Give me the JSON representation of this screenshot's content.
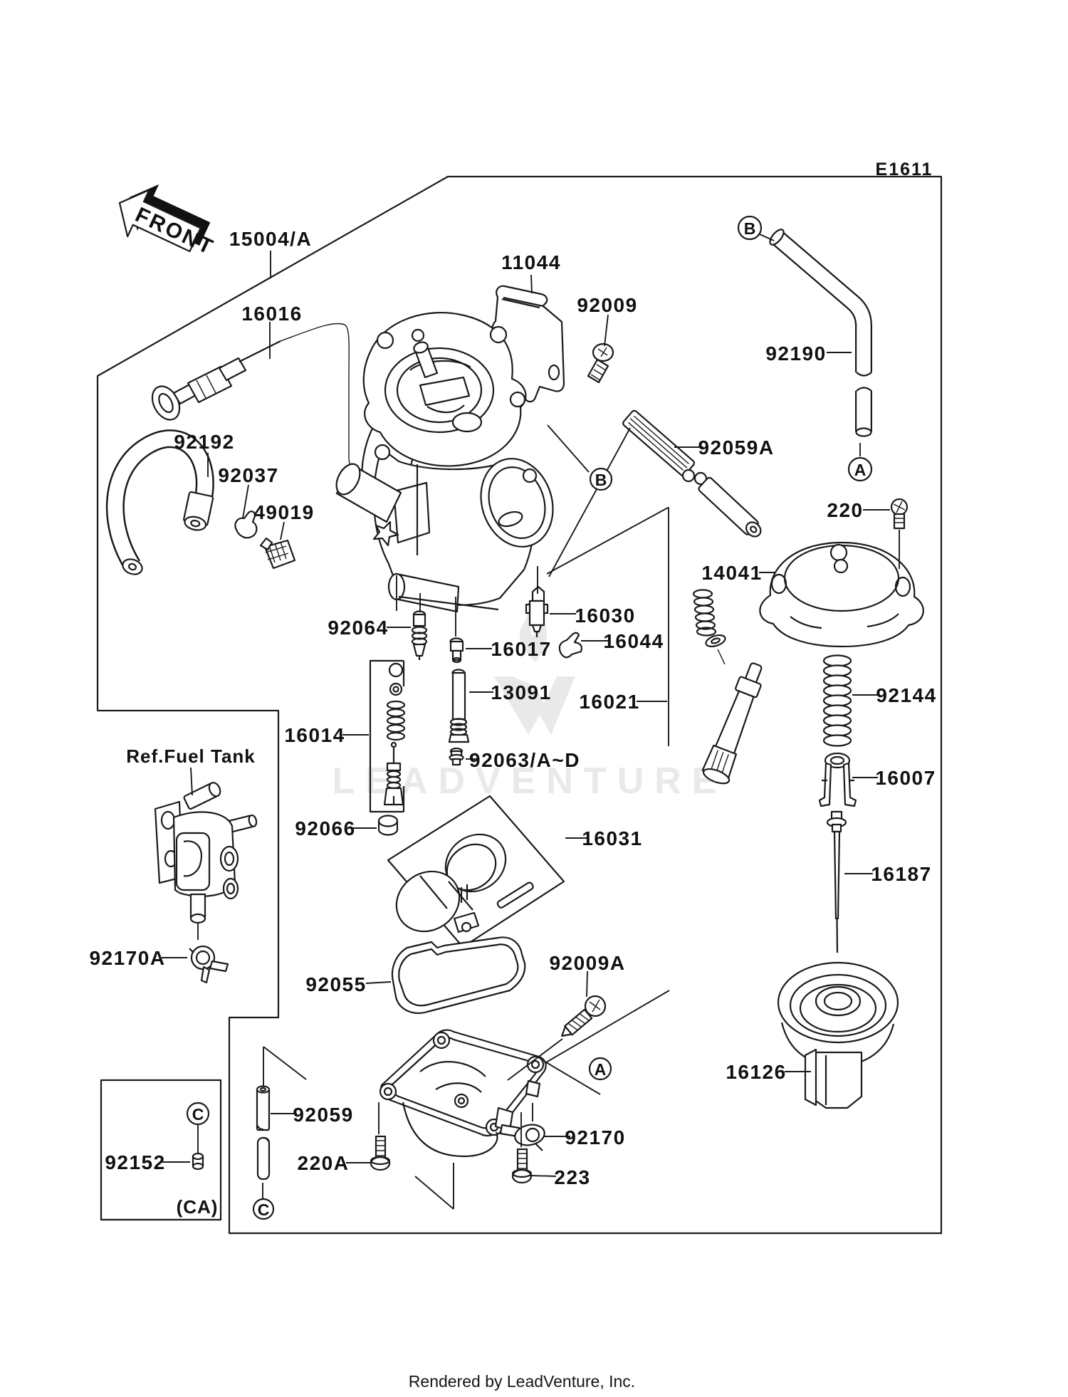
{
  "doc": {
    "diagram_code": "E1611",
    "front_label": "FRONT",
    "ref_fuel_tank": "Ref.Fuel Tank",
    "ca_note": "(CA)",
    "watermark": "LEADVENTURE",
    "footer_credit": "Rendered by LeadVenture, Inc."
  },
  "connectors": {
    "a": "A",
    "b": "B",
    "c": "C"
  },
  "colors": {
    "line": "#1a1a1a",
    "background": "#ffffff",
    "watermark": "#e9e9e9"
  },
  "parts": {
    "n15004": "15004/A",
    "n16016": "16016",
    "n11044": "11044",
    "n92009": "92009",
    "n92190": "92190",
    "n92192": "92192",
    "n92037": "92037",
    "n49019": "49019",
    "n92059a": "92059A",
    "n220": "220",
    "n14041": "14041",
    "n92064": "92064",
    "n16030": "16030",
    "n16017": "16017",
    "n16044": "16044",
    "n13091": "13091",
    "n16021": "16021",
    "n92144": "92144",
    "n16007": "16007",
    "n16014": "16014",
    "n92063": "92063/A~D",
    "n16187": "16187",
    "n92066": "92066",
    "n16031": "16031",
    "n92170a": "92170A",
    "n92055": "92055",
    "n92009a": "92009A",
    "n16126": "16126",
    "n92059": "92059",
    "n220a": "220A",
    "n92170": "92170",
    "n223": "223",
    "n92152": "92152"
  }
}
